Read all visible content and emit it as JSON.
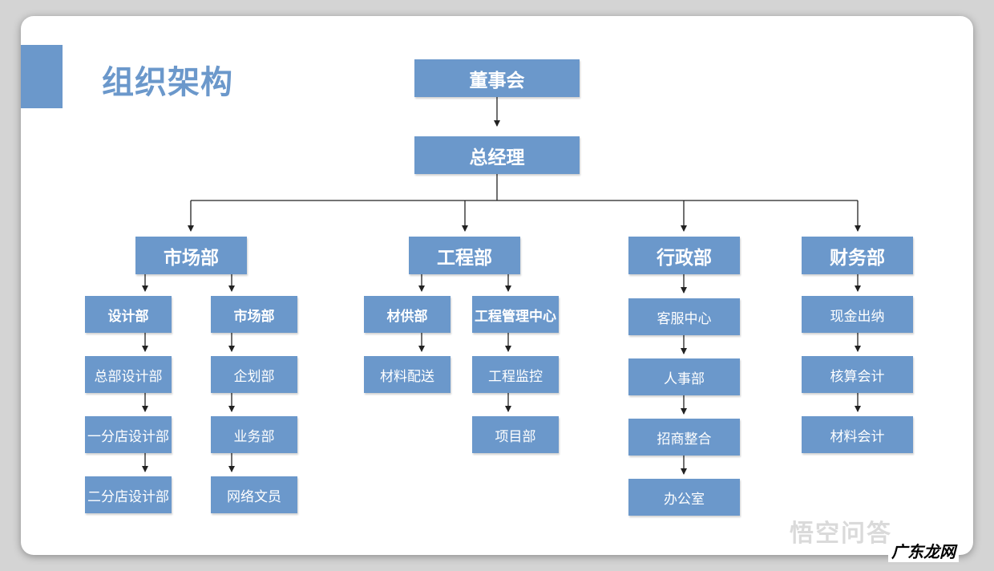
{
  "title": "组织架构",
  "top": {
    "board": "董事会",
    "gm": "总经理"
  },
  "depts": {
    "market": {
      "label": "市场部",
      "col_design": [
        "设计部",
        "总部设计部",
        "一分店设计部",
        "二分店设计部"
      ],
      "col_market": [
        "市场部",
        "企划部",
        "业务部",
        "网络文员"
      ]
    },
    "engineering": {
      "label": "工程部",
      "col_supply": [
        "材供部",
        "材料配送"
      ],
      "col_mgmt": [
        "工程管理中心",
        "工程监控",
        "项目部"
      ]
    },
    "admin": {
      "label": "行政部",
      "items": [
        "客服中心",
        "人事部",
        "招商整合",
        "办公室"
      ]
    },
    "finance": {
      "label": "财务部",
      "items": [
        "现金出纳",
        "核算会计",
        "材料会计"
      ]
    }
  },
  "watermark": {
    "text": "悟空问答",
    "logo": "广东龙网"
  },
  "colors": {
    "box": "#6b98cb",
    "title": "#6b98cb",
    "line": "#222222"
  }
}
